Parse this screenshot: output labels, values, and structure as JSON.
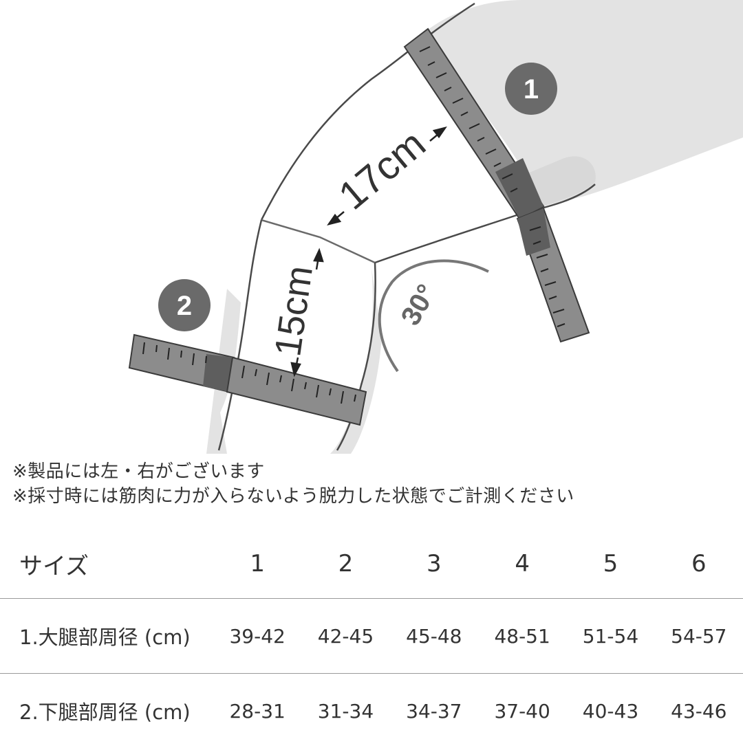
{
  "diagram": {
    "thigh_length": "17cm",
    "calf_length": "15cm",
    "angle": "30°",
    "marker_1": "1",
    "marker_2": "2"
  },
  "notes": [
    "※製品には左・右がございます",
    "※採寸時には筋肉に力が入らないよう脱力した状態でご計測ください"
  ],
  "table": {
    "header_label": "サイズ",
    "sizes": [
      "1",
      "2",
      "3",
      "4",
      "5",
      "6"
    ],
    "rows": [
      {
        "label": "1.大腿部周径 (cm)",
        "values": [
          "39-42",
          "42-45",
          "45-48",
          "48-51",
          "51-54",
          "54-57"
        ]
      },
      {
        "label": "2.下腿部周径 (cm)",
        "values": [
          "28-31",
          "31-34",
          "34-37",
          "37-40",
          "40-43",
          "43-46"
        ]
      }
    ]
  },
  "colors": {
    "tape": "#8c8c8c",
    "tape_dark": "#5e5e5e",
    "marker": "#6a6a6a",
    "shadow": "#e3e3e3",
    "outline": "#4a4a4a"
  }
}
